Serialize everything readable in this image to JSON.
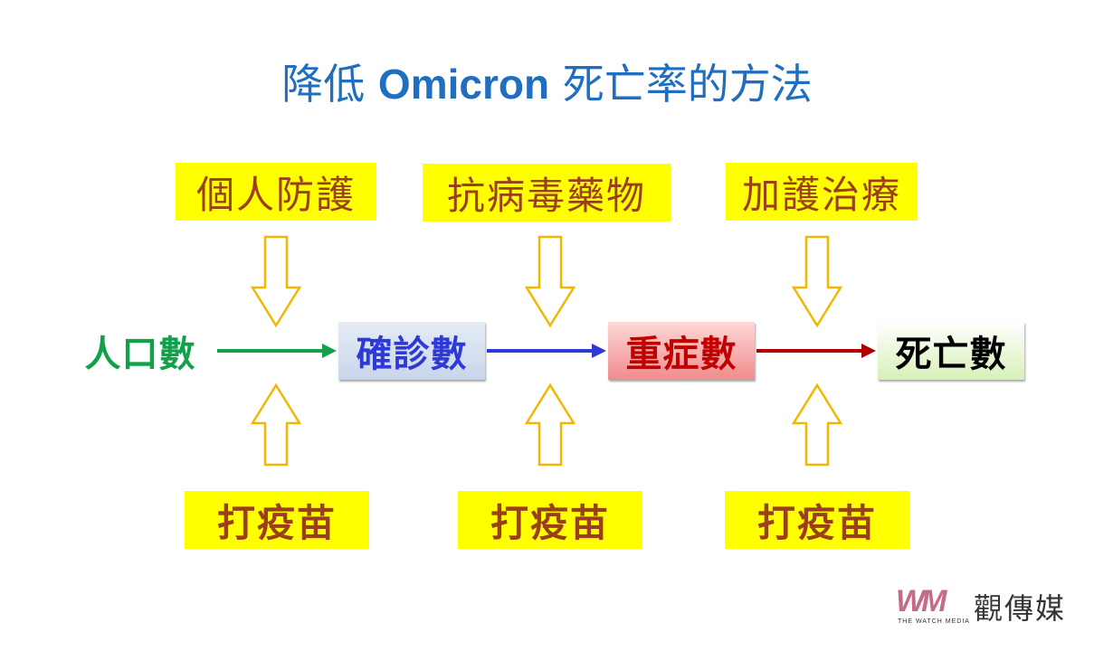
{
  "title": {
    "prefix": "降低 ",
    "latin": "Omicron",
    "suffix": " 死亡率的方法"
  },
  "top_factors": [
    {
      "label": "個人防護"
    },
    {
      "label": "抗病毒藥物"
    },
    {
      "label": "加護治療"
    }
  ],
  "bottom_factors": [
    {
      "label": "打疫苗"
    },
    {
      "label": "打疫苗"
    },
    {
      "label": "打疫苗"
    }
  ],
  "stages": [
    {
      "label": "人口數",
      "color": "#13a04a"
    },
    {
      "label": "確診數",
      "color": "#2d3ad8"
    },
    {
      "label": "重症數",
      "color": "#c20000"
    },
    {
      "label": "死亡數",
      "color": "#000000"
    }
  ],
  "colors": {
    "factor_fill": "#ffff00",
    "factor_text": "#9b3f1a",
    "hollow_arrow": "#f2b700",
    "flow_arrows": [
      "#13a04a",
      "#2d3ad8",
      "#b00000"
    ]
  },
  "logo": {
    "mark": "WM",
    "name": "觀傳媒",
    "tagline": "THE WATCH MEDIA"
  }
}
